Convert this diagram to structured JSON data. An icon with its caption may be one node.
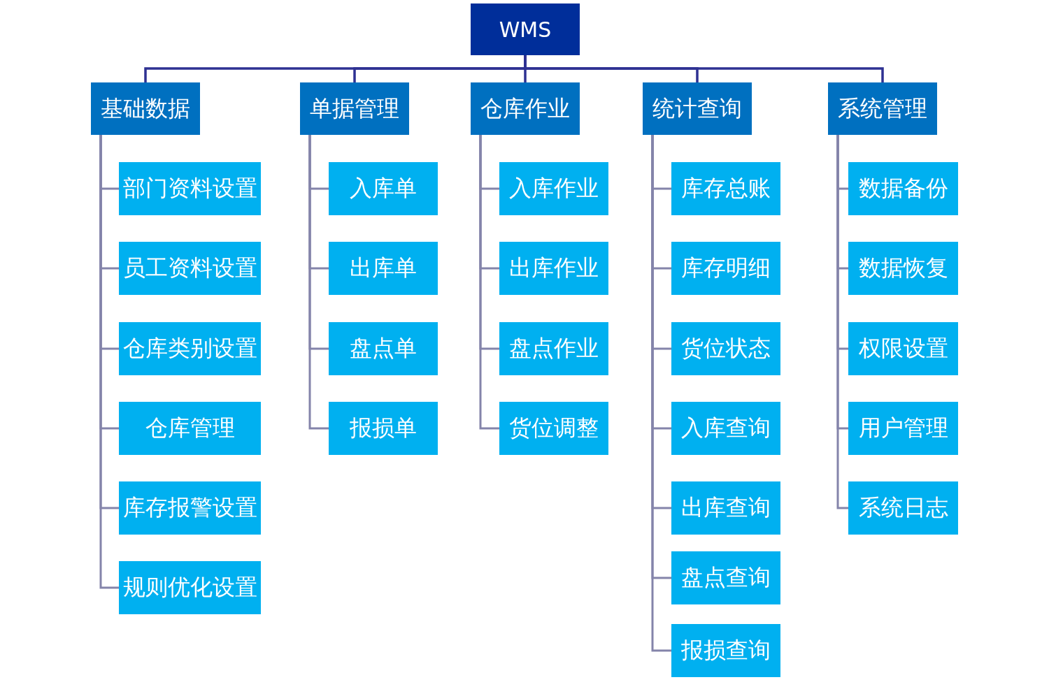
{
  "diagram": {
    "nodes": [
      {
        "text": [
          "WMS"
        ]
      },
      {
        "text": [
          "基础数据"
        ]
      },
      {
        "text": [
          "部门资料设置"
        ]
      },
      {
        "text": [
          "员工资料设置"
        ]
      },
      {
        "text": [
          "仓库类别设置"
        ]
      },
      {
        "text": [
          "仓库管理"
        ]
      },
      {
        "text": [
          "库存报警设置"
        ]
      },
      {
        "text": [
          "规则优化设置"
        ]
      },
      {
        "text": [
          "单据管理"
        ]
      },
      {
        "text": [
          "入库单"
        ]
      },
      {
        "text": [
          "出库单"
        ]
      },
      {
        "text": [
          "盘点单"
        ]
      },
      {
        "text": [
          "报损单"
        ]
      },
      {
        "text": [
          "仓库作业"
        ]
      },
      {
        "text": [
          "入库作业"
        ]
      },
      {
        "text": [
          "出库作业"
        ]
      },
      {
        "text": [
          "盘点作业"
        ]
      },
      {
        "text": [
          "货位调整"
        ]
      },
      {
        "text": [
          "统计查询"
        ]
      },
      {
        "text": [
          "库存总账"
        ]
      },
      {
        "text": [
          "库存明细"
        ]
      },
      {
        "text": [
          "货位状态"
        ]
      },
      {
        "text": [
          "入库查询"
        ]
      },
      {
        "text": [
          "出库查询"
        ]
      },
      {
        "text": [
          "盘点查询"
        ]
      },
      {
        "text": [
          "报损查询"
        ]
      },
      {
        "text": [
          "系统管理"
        ]
      },
      {
        "text": [
          "数据备份"
        ]
      },
      {
        "text": [
          "数据恢复"
        ]
      },
      {
        "text": [
          "权限设置"
        ]
      },
      {
        "text": [
          "用户管理"
        ]
      },
      {
        "text": [
          "系统日志"
        ]
      }
    ],
    "edges": [
      {
        "from": 0,
        "to": 1,
        "arrow": "none",
        "color": "#2e3192"
      },
      {
        "from": 0,
        "to": 8,
        "arrow": "none",
        "color": "#2e3192"
      },
      {
        "from": 0,
        "to": 13,
        "arrow": "none",
        "color": "#2e3192"
      },
      {
        "from": 0,
        "to": 18,
        "arrow": "none",
        "color": "#2e3192"
      },
      {
        "from": 0,
        "to": 26,
        "arrow": "none",
        "color": "#2e3192"
      },
      {
        "from": 1,
        "to": 2,
        "arrow": "none"
      },
      {
        "from": 1,
        "to": 3,
        "arrow": "none"
      },
      {
        "from": 1,
        "to": 4,
        "arrow": "none"
      },
      {
        "from": 1,
        "to": 5,
        "arrow": "none"
      },
      {
        "from": 1,
        "to": 6,
        "arrow": "none"
      },
      {
        "from": 1,
        "to": 7,
        "arrow": "none"
      },
      {
        "from": 8,
        "to": 9,
        "arrow": "none"
      },
      {
        "from": 8,
        "to": 10,
        "arrow": "none"
      },
      {
        "from": 8,
        "to": 11,
        "arrow": "none"
      },
      {
        "from": 8,
        "to": 12,
        "arrow": "none"
      },
      {
        "from": 13,
        "to": 14,
        "arrow": "none"
      },
      {
        "from": 13,
        "to": 15,
        "arrow": "none"
      },
      {
        "from": 13,
        "to": 16,
        "arrow": "none"
      },
      {
        "from": 13,
        "to": 17,
        "arrow": "none"
      },
      {
        "from": 18,
        "to": 19,
        "arrow": "none"
      },
      {
        "from": 18,
        "to": 20,
        "arrow": "none"
      },
      {
        "from": 18,
        "to": 21,
        "arrow": "none"
      },
      {
        "from": 18,
        "to": 22,
        "arrow": "none"
      },
      {
        "from": 18,
        "to": 23,
        "arrow": "none"
      },
      {
        "from": 18,
        "to": 24,
        "arrow": "none"
      },
      {
        "from": 18,
        "to": 25,
        "arrow": "none"
      },
      {
        "from": 26,
        "to": 27,
        "arrow": "none"
      },
      {
        "from": 26,
        "to": 28,
        "arrow": "none"
      },
      {
        "from": 26,
        "to": 29,
        "arrow": "none"
      },
      {
        "from": 26,
        "to": 30,
        "arrow": "none"
      },
      {
        "from": 26,
        "to": 31,
        "arrow": "none"
      }
    ]
  }
}
